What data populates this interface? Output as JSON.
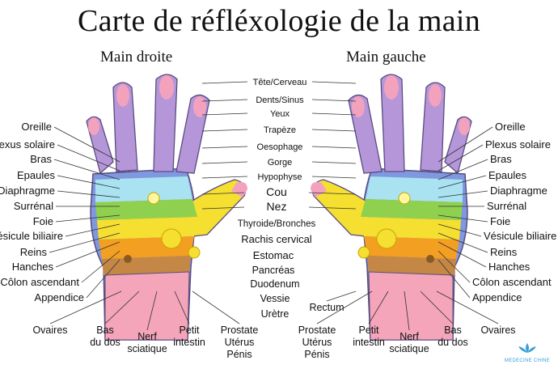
{
  "title": "Carte de réfléxologie de la main",
  "hands": {
    "right": "Main droite",
    "left": "Main gauche"
  },
  "center_labels": [
    "Tête/Cerveau",
    "Dents/Sinus",
    "Yeux",
    "Trapèze",
    "Oesophage",
    "Gorge",
    "Hypophyse",
    "Cou",
    "Nez",
    "Thyroide/Bronches",
    "Rachis cervical",
    "Estomac",
    "Pancréas",
    "Duodenum",
    "Vessie",
    "Urètre"
  ],
  "left_side_labels": [
    "Oreille",
    "Plexus solaire",
    "Bras",
    "Epaules",
    "Diaphragme",
    "Surrénal",
    "Foie",
    "Vésicule biliaire",
    "Reins",
    "Hanches",
    "Côlon ascendant",
    "Appendice"
  ],
  "right_side_labels": [
    "Oreille",
    "Plexus solaire",
    "Bras",
    "Epaules",
    "Diaphragme",
    "Surrénal",
    "Foie",
    "Vésicule biliaire",
    "Reins",
    "Hanches",
    "Côlon ascendant",
    "Appendice"
  ],
  "bottom_left_labels": [
    {
      "lines": [
        "Ovaires"
      ]
    },
    {
      "lines": [
        "Bas",
        "du dos"
      ]
    },
    {
      "lines": [
        "Nerf",
        "sciatique"
      ]
    },
    {
      "lines": [
        "Petit",
        "intestin"
      ]
    },
    {
      "lines": [
        "Prostate",
        "Utérus",
        "Pénis"
      ]
    }
  ],
  "bottom_right_labels": [
    {
      "lines": [
        "Rectum"
      ]
    },
    {
      "lines": [
        "Prostate",
        "Utérus",
        "Pénis"
      ]
    },
    {
      "lines": [
        "Petit",
        "intestin"
      ]
    },
    {
      "lines": [
        "Nerf",
        "sciatique"
      ]
    },
    {
      "lines": [
        "Bas",
        "du dos"
      ]
    },
    {
      "lines": [
        "Ovaires"
      ]
    }
  ],
  "logo_text": "MEDECINE CHINE",
  "colors": {
    "finger": "#b596d8",
    "fingertip": "#f2a2bd",
    "palm_blue": "#7f98df",
    "cyan": "#a9e2f0",
    "green": "#8fd14f",
    "yellow": "#f5df30",
    "orange": "#f39f22",
    "brown": "#c48745",
    "wrist": "#f4a5b9",
    "red": "#f05a5a"
  }
}
